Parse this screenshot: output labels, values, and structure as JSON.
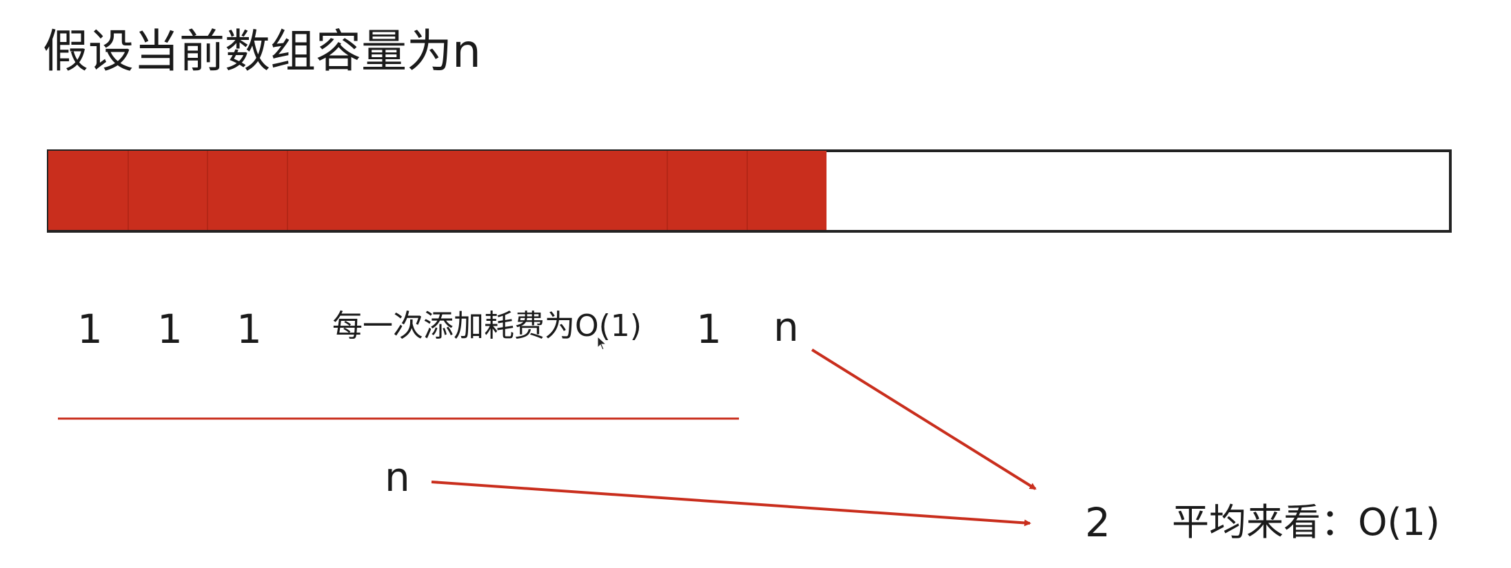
{
  "title": "假设当前数组容量为n",
  "array": {
    "capacity": "n",
    "fill_color": "#c92e1d",
    "empty_color": "#ffffff",
    "border_color": "#222222",
    "filled_fraction": 0.555
  },
  "cost_labels": {
    "c1": "1",
    "c2": "1",
    "c3": "1",
    "note": "每一次添加耗费为O(1)",
    "c4": "1",
    "c5": "n"
  },
  "sum_label": "n",
  "result_value": "2",
  "result_text": "平均来看：O(1)",
  "icons": {
    "cursor": "mouse-cursor-icon"
  },
  "colors": {
    "accent": "#c92e1d",
    "arrow": "#c92e1d",
    "text": "#1a1a1a"
  }
}
